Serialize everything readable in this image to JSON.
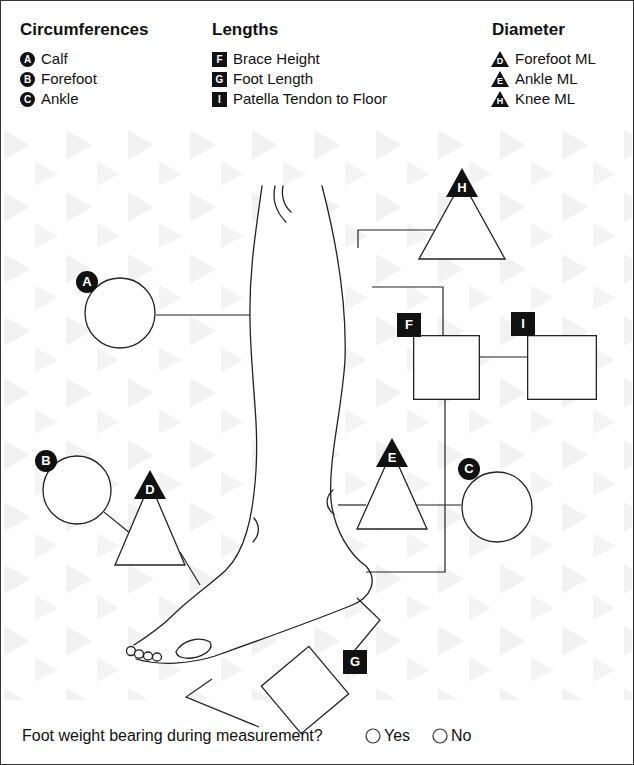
{
  "diagram": {
    "nodes": [
      {
        "text": [
          "H"
        ]
      },
      {
        "text": [
          "A"
        ]
      },
      {
        "text": [
          "F"
        ]
      },
      {
        "text": [
          "I"
        ]
      },
      {
        "text": [
          "B"
        ]
      },
      {
        "text": [
          "D"
        ]
      },
      {
        "text": [
          "E"
        ]
      },
      {
        "text": [
          "C"
        ]
      },
      {
        "text": [
          "G"
        ]
      }
    ],
    "edges": [
      {
        "from": 2,
        "to": 3,
        "arrow": "none"
      },
      {
        "from": 4,
        "to": 5,
        "arrow": "none"
      },
      {
        "from": 6,
        "to": 7,
        "arrow": "none"
      }
    ],
    "labels": [
      "Circumferences",
      "Lengths",
      "Diameter",
      "A",
      "B",
      "C",
      "F",
      "G",
      "I",
      "D",
      "E",
      "H",
      "Foot weight bearing during measurement?",
      "Yes",
      "No"
    ],
    "legend": [
      {
        "text": "Calf"
      },
      {
        "text": "Forefoot"
      },
      {
        "text": "Ankle"
      },
      {
        "text": "Brace Height"
      },
      {
        "text": "Foot Length"
      },
      {
        "text": "Patella Tendon to Floor"
      },
      {
        "text": "Forefoot ML"
      },
      {
        "text": "Ankle ML"
      },
      {
        "text": "Knee ML"
      }
    ]
  }
}
